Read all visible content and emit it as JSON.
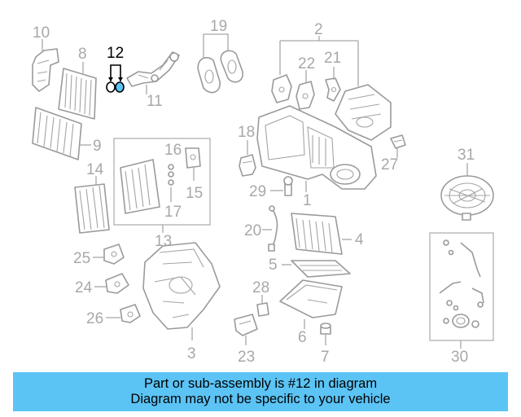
{
  "diagram": {
    "callouts": {
      "c1": "1",
      "c2": "2",
      "c3": "3",
      "c4": "4",
      "c5": "5",
      "c6": "6",
      "c7": "7",
      "c8": "8",
      "c9": "9",
      "c10": "10",
      "c11": "11",
      "c12": "12",
      "c13": "13",
      "c14": "14",
      "c15": "15",
      "c16": "16",
      "c17": "17",
      "c18": "18",
      "c19": "19",
      "c20": "20",
      "c21": "21",
      "c22": "22",
      "c23": "23",
      "c24": "24",
      "c25": "25",
      "c26": "26",
      "c27": "27",
      "c28": "28",
      "c29": "29",
      "c30": "30",
      "c31": "31"
    },
    "highlight_color": "#000000",
    "part_color": "#a8a8a8",
    "highlight_fill": "#5bc4f5"
  },
  "banner": {
    "line1": "Part or sub-assembly is #12 in diagram",
    "line2": "Diagram may not be specific to your vehicle",
    "color": "#5bc4f5"
  }
}
